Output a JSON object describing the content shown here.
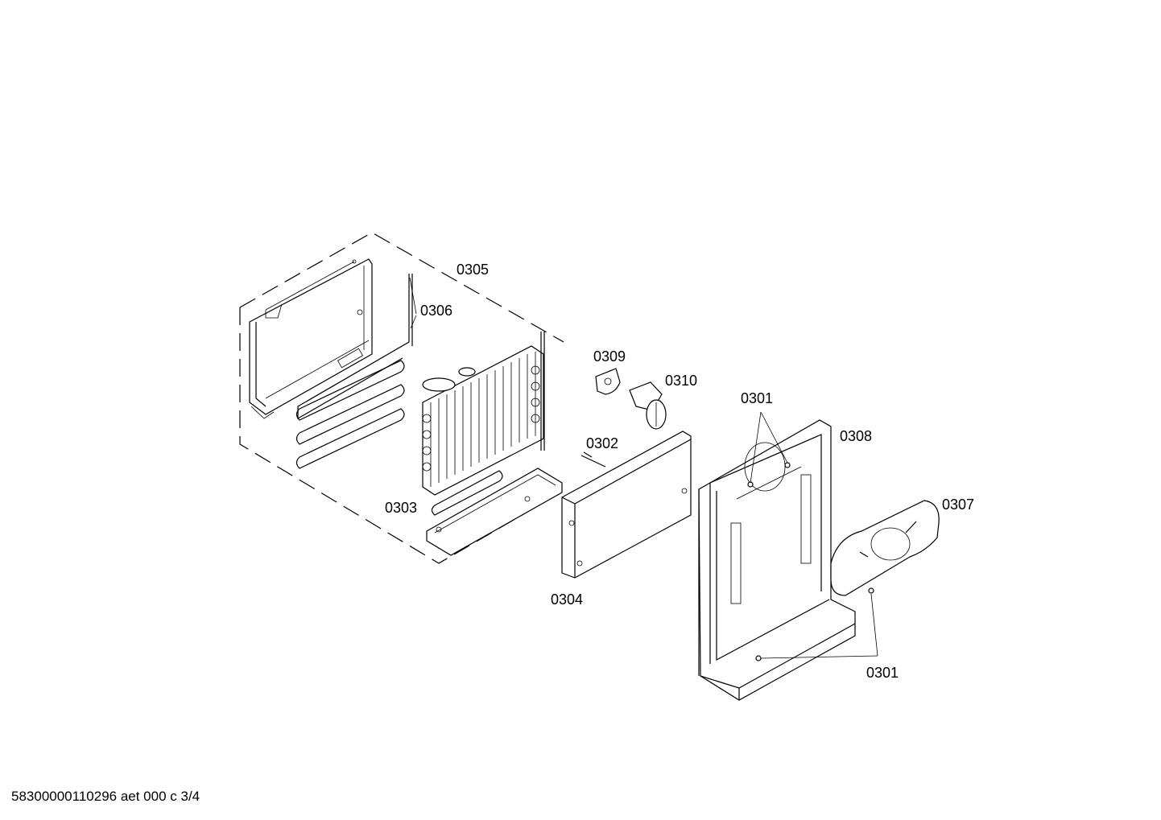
{
  "callouts": {
    "c0305": "0305",
    "c0306": "0306",
    "c0309": "0309",
    "c0310": "0310",
    "c0301_top": "0301",
    "c0308": "0308",
    "c0302": "0302",
    "c0307": "0307",
    "c0303": "0303",
    "c0304": "0304",
    "c0301_bottom": "0301"
  },
  "footer": {
    "document_id": "58300000110296 aet 000 c 3/4"
  }
}
